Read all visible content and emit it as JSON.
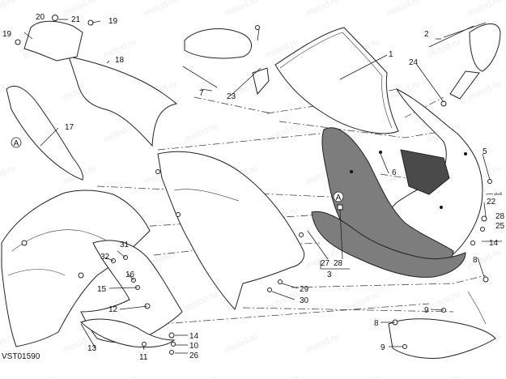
{
  "diagram": {
    "code": "VST01590",
    "watermark": "motod.ru",
    "callout_marker": "A",
    "part_labels": [
      "1",
      "2",
      "3",
      "5",
      "6",
      "7",
      "8",
      "9",
      "10",
      "11",
      "12",
      "13",
      "14",
      "15",
      "16",
      "17",
      "18",
      "19",
      "20",
      "21",
      "22",
      "23",
      "24",
      "25",
      "26",
      "27",
      "28",
      "29",
      "30",
      "31",
      "32"
    ]
  }
}
